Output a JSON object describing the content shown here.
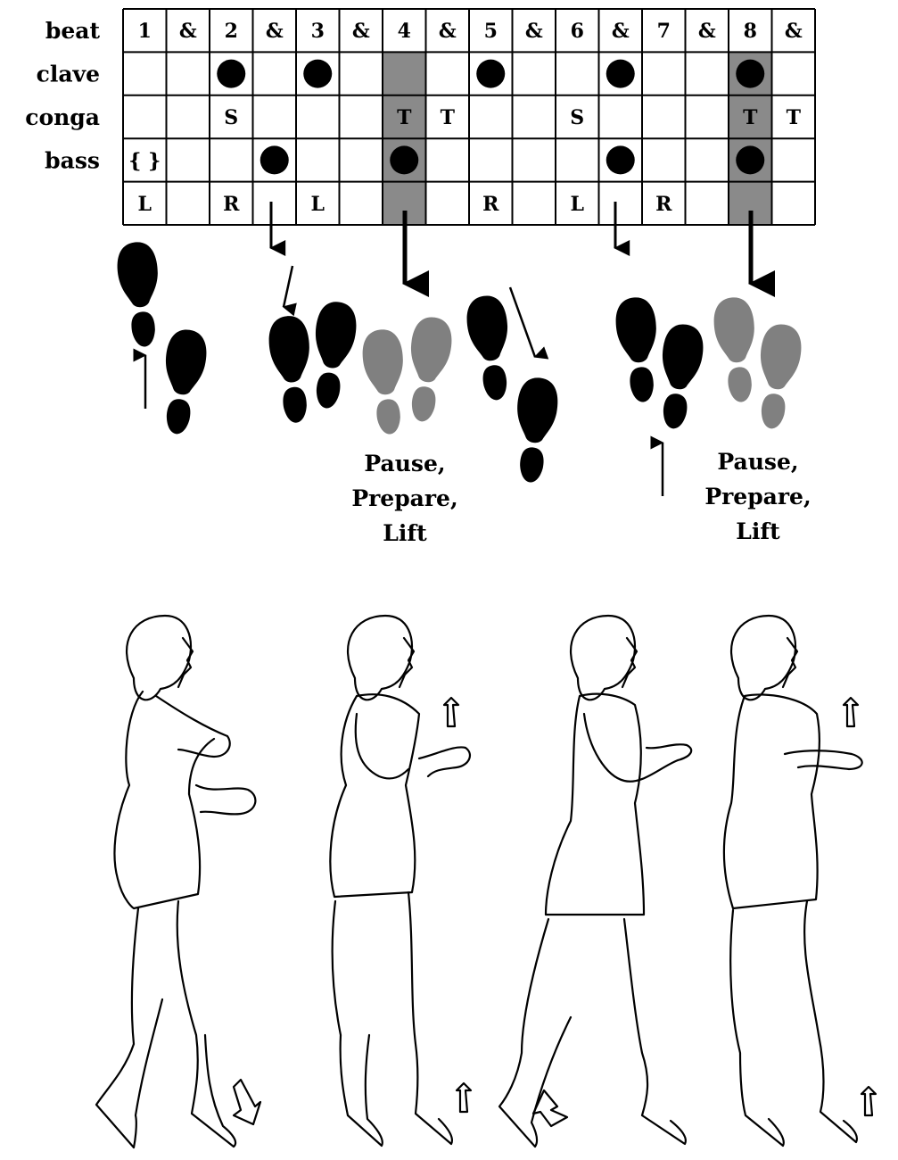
{
  "diagram": {
    "rows": [
      {
        "label": "beat",
        "cells": [
          "1",
          "&",
          "2",
          "&",
          "3",
          "&",
          "4",
          "&",
          "5",
          "&",
          "6",
          "&",
          "7",
          "&",
          "8",
          "&"
        ]
      },
      {
        "label": "clave",
        "cells": [
          "",
          "",
          "●",
          "",
          "●",
          "",
          "",
          "",
          "●",
          "",
          "",
          "●",
          "",
          "",
          "●",
          ""
        ]
      },
      {
        "label": "conga",
        "cells": [
          "",
          "",
          "S",
          "",
          "",
          "",
          "T",
          "T",
          "",
          "",
          "S",
          "",
          "",
          "",
          "T",
          "T"
        ]
      },
      {
        "label": "bass",
        "cells": [
          "{ }",
          "",
          "",
          "●",
          "",
          "",
          "●",
          "",
          "",
          "",
          "",
          "●",
          "",
          "",
          "●",
          ""
        ]
      },
      {
        "label": "",
        "cells": [
          "L",
          "",
          "R",
          "",
          "L",
          "",
          "",
          "",
          "R",
          "",
          "L",
          "",
          "R",
          "",
          "",
          ""
        ]
      }
    ],
    "highlight_columns": [
      6,
      14
    ],
    "captions": [
      {
        "lines": [
          "Pause,",
          "Prepare,",
          "Lift"
        ]
      },
      {
        "lines": [
          "Pause,",
          "Prepare,",
          "Lift"
        ]
      }
    ],
    "colors": {
      "highlight": "#8a8a8a",
      "footprint_dark": "#000000",
      "footprint_gray": "#808080",
      "grid_line": "#000000"
    }
  }
}
